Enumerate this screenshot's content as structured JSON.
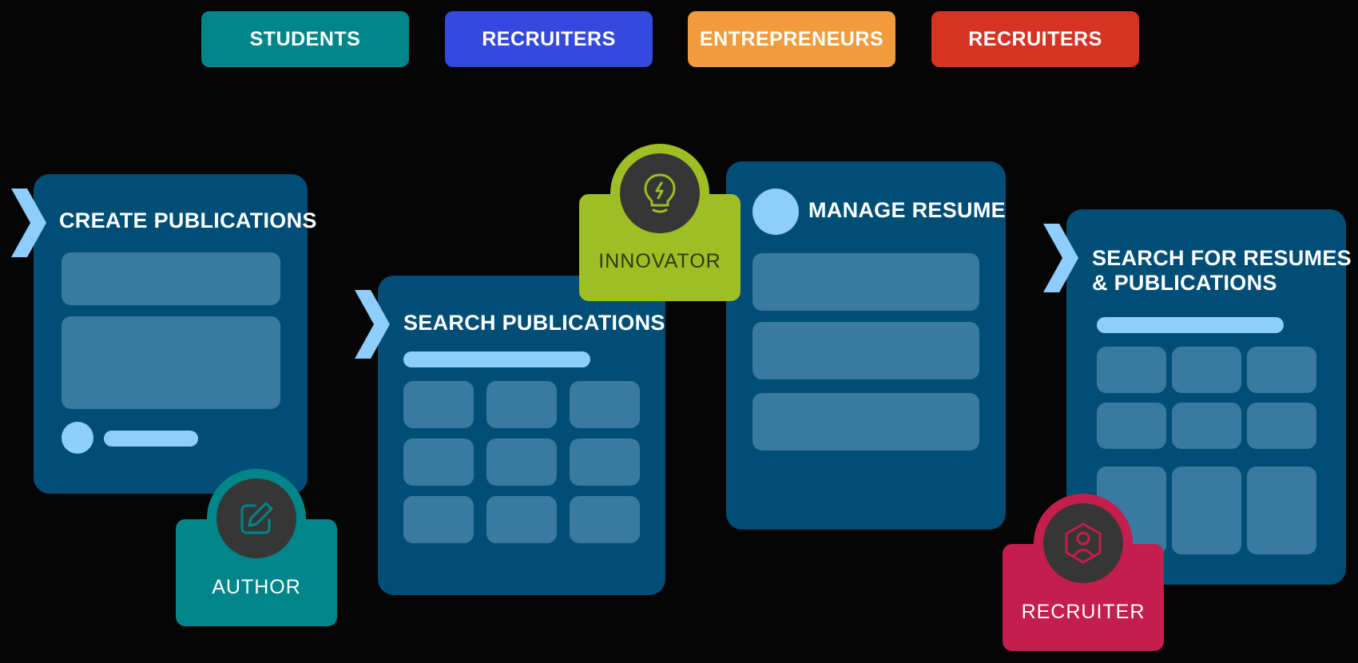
{
  "header": {
    "pills": [
      {
        "label": "STUDENTS",
        "color": "#00868a"
      },
      {
        "label": "RECRUITERS",
        "color": "#3649de"
      },
      {
        "label": "ENTREPRENEURS",
        "color": "#f09c3c"
      },
      {
        "label": "RECRUITERS",
        "color": "#d63325"
      }
    ]
  },
  "cards": {
    "create_publications": {
      "title": "CREATE PUBLICATIONS"
    },
    "search_publications": {
      "title": "SEARCH PUBLICATIONS"
    },
    "manage_resume": {
      "title": "MANAGE RESUME"
    },
    "search_resumes": {
      "title_line1": "SEARCH FOR RESUMES",
      "title_line2": "& PUBLICATIONS"
    }
  },
  "roles": {
    "author": {
      "label": "AUTHOR",
      "color": "#00868a",
      "icon": "edit-icon"
    },
    "innovator": {
      "label": "INNOVATOR",
      "color": "#9ebe24",
      "icon": "lightbulb-icon"
    },
    "recruiter": {
      "label": "RECRUITER",
      "color": "#c41e4e",
      "icon": "user-hexagon-icon"
    }
  },
  "colors": {
    "card": "#004e76",
    "block": "#3a7aa0",
    "accent": "#8fcdfc"
  }
}
